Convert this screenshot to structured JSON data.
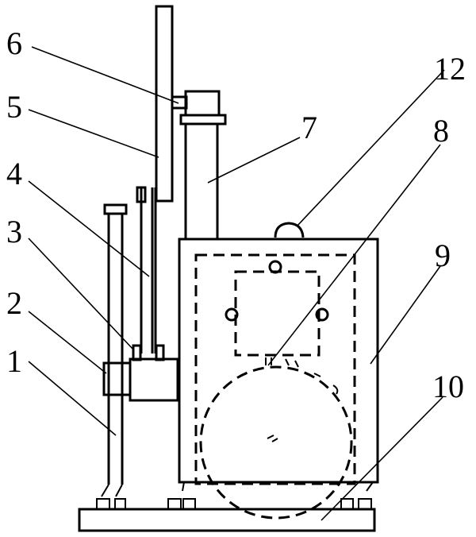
{
  "figure": {
    "labels": {
      "l1": "1",
      "l2": "2",
      "l3": "3",
      "l4": "4",
      "l5": "5",
      "l6": "6",
      "l7": "7",
      "l8": "8",
      "l9": "9",
      "l10": "10",
      "l12": "12"
    }
  }
}
